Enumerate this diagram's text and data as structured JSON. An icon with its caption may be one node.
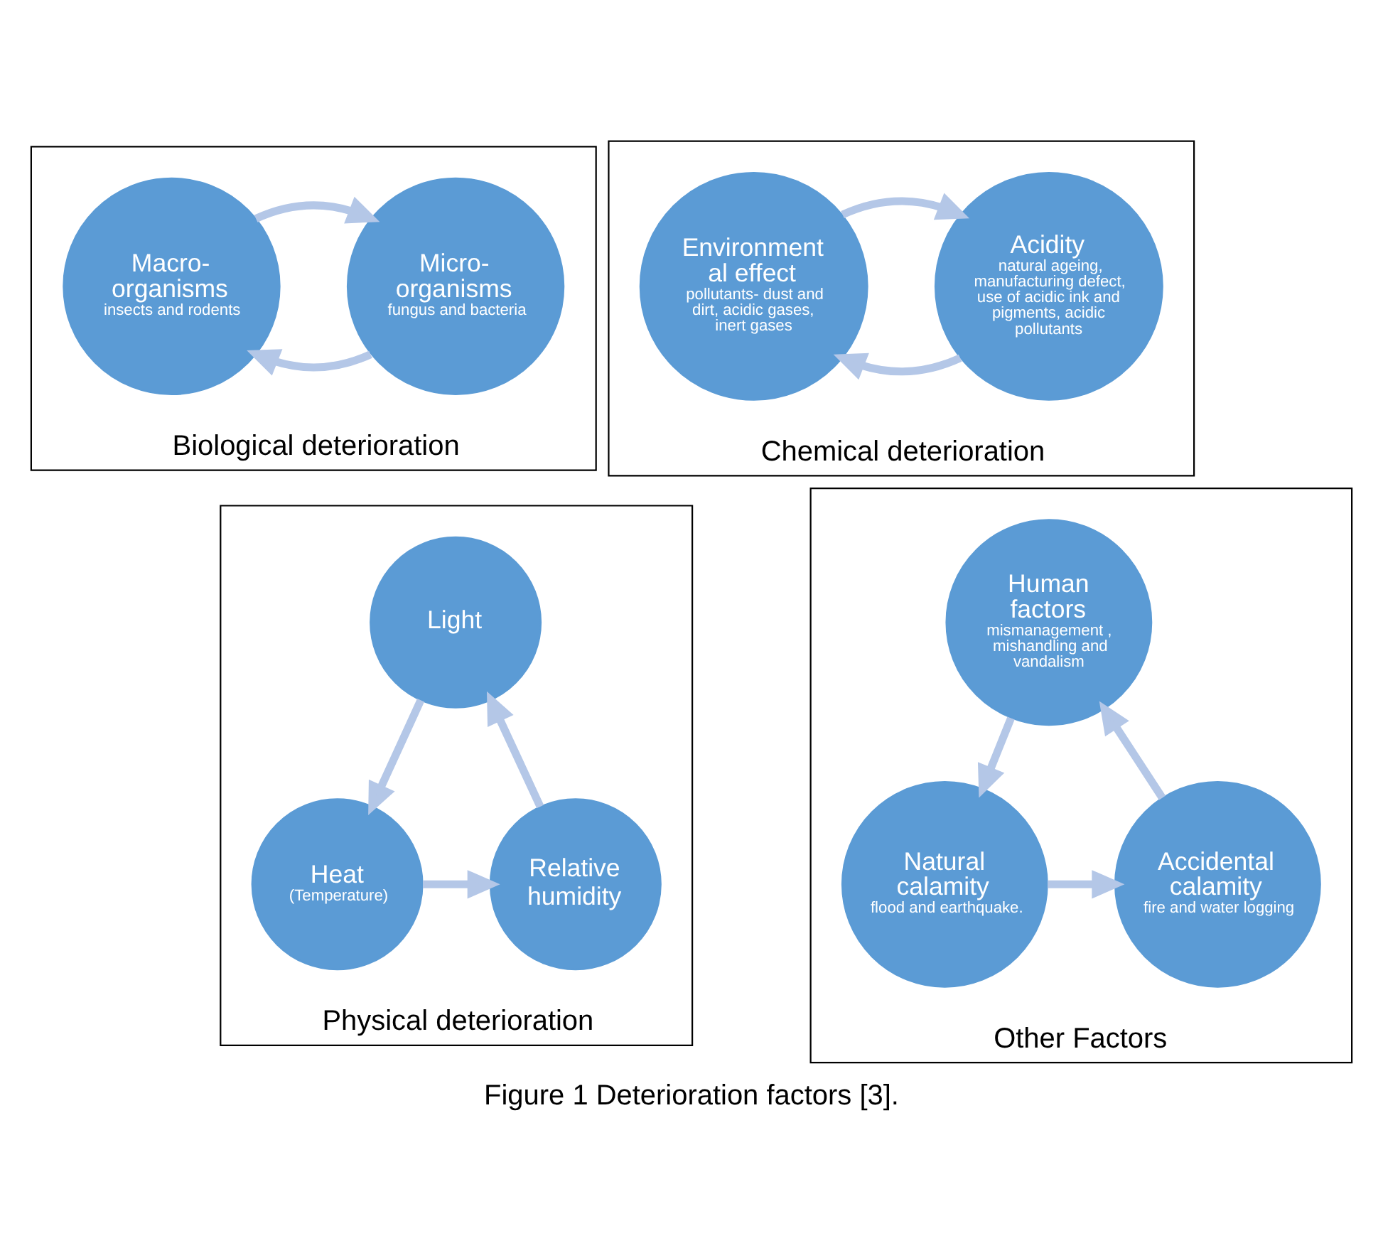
{
  "diagram": {
    "caption": "Figure 1 Deterioration factors [3].",
    "nodes": [
      {
        "text": [
          "Biological deterioration"
        ]
      },
      {
        "text": [
          "Micro- organisms",
          "fungus and bacteria"
        ],
        "in": 0
      },
      {
        "text": [
          "Macro- organisms",
          "insects and rodents"
        ],
        "in": 0
      },
      {
        "text": [
          "Chemical deterioration"
        ]
      },
      {
        "text": [
          "Acidity",
          "natural ageing, manufacturing defect, use of acidic ink and pigments, acidic pollutants"
        ],
        "in": 3
      },
      {
        "text": [
          "Environment al effect",
          "pollutants- dust and dirt, acidic gases, inert gases"
        ],
        "in": 3
      },
      {
        "text": [
          "Physical deterioration"
        ]
      },
      {
        "text": [
          "Light"
        ],
        "in": 6
      },
      {
        "text": [
          "Heat",
          "(Temperature)"
        ],
        "in": 6
      },
      {
        "text": [
          "Relative humidity"
        ],
        "in": 6
      },
      {
        "text": [
          "Other Factors"
        ]
      },
      {
        "text": [
          "Human factors",
          "mismanagement , mishandling and vandalism"
        ],
        "in": 10
      },
      {
        "text": [
          "Natural calamity",
          "flood and earthquake."
        ],
        "in": 10
      },
      {
        "text": [
          "Accidental calamity",
          "fire and water logging"
        ],
        "in": 10
      }
    ],
    "edges": [
      {
        "from": 1,
        "to": 2,
        "arrow": "to"
      },
      {
        "from": 2,
        "to": 1,
        "arrow": "to"
      },
      {
        "from": 4,
        "to": 5,
        "arrow": "to"
      },
      {
        "from": 5,
        "to": 4,
        "arrow": "to"
      },
      {
        "from": 7,
        "to": 8,
        "arrow": "to"
      },
      {
        "from": 8,
        "to": 9,
        "arrow": "to"
      },
      {
        "from": 9,
        "to": 7,
        "arrow": "to"
      },
      {
        "from": 11,
        "to": 12,
        "arrow": "to"
      },
      {
        "from": 12,
        "to": 13,
        "arrow": "to"
      },
      {
        "from": 13,
        "to": 11,
        "arrow": "to"
      }
    ]
  }
}
